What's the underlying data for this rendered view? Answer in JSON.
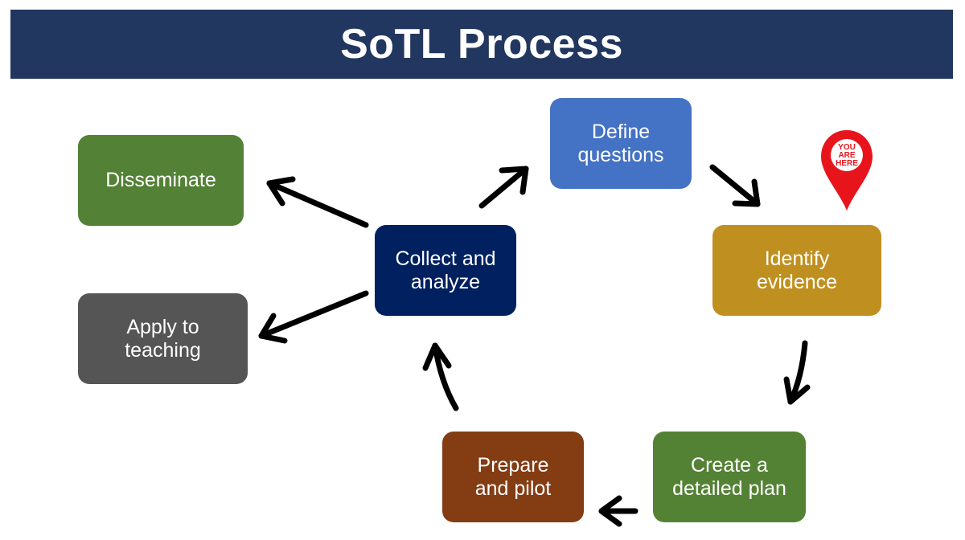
{
  "title": "SoTL Process",
  "steps": {
    "define": {
      "label": "Define\nquestions",
      "color": "#4472c4"
    },
    "identify": {
      "label": "Identify\nevidence",
      "color": "#bf9020"
    },
    "plan": {
      "label": "Create a\ndetailed plan",
      "color": "#548235"
    },
    "prepare": {
      "label": "Prepare\nand pilot",
      "color": "#843c13"
    },
    "collect": {
      "label": "Collect and\nanalyze",
      "color": "#002060"
    },
    "disseminate": {
      "label": "Disseminate",
      "color": "#538135"
    },
    "apply": {
      "label": "Apply to\nteaching",
      "color": "#555555"
    }
  },
  "marker": {
    "line1": "YOU",
    "line2": "ARE",
    "line3": "HERE",
    "color": "#e8141c",
    "attached_to": "identify"
  },
  "colors": {
    "title_bar": "#22375f",
    "arrow": "#000000"
  }
}
